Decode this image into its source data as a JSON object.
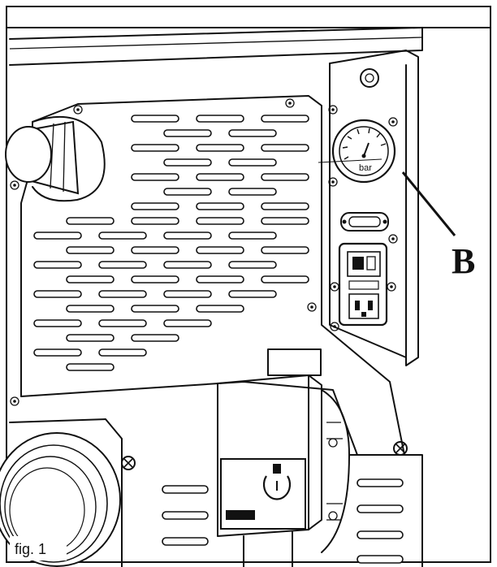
{
  "callout": {
    "letter": "B"
  },
  "gauge": {
    "unit": "bar"
  },
  "caption": {
    "text": "fig. 1"
  }
}
